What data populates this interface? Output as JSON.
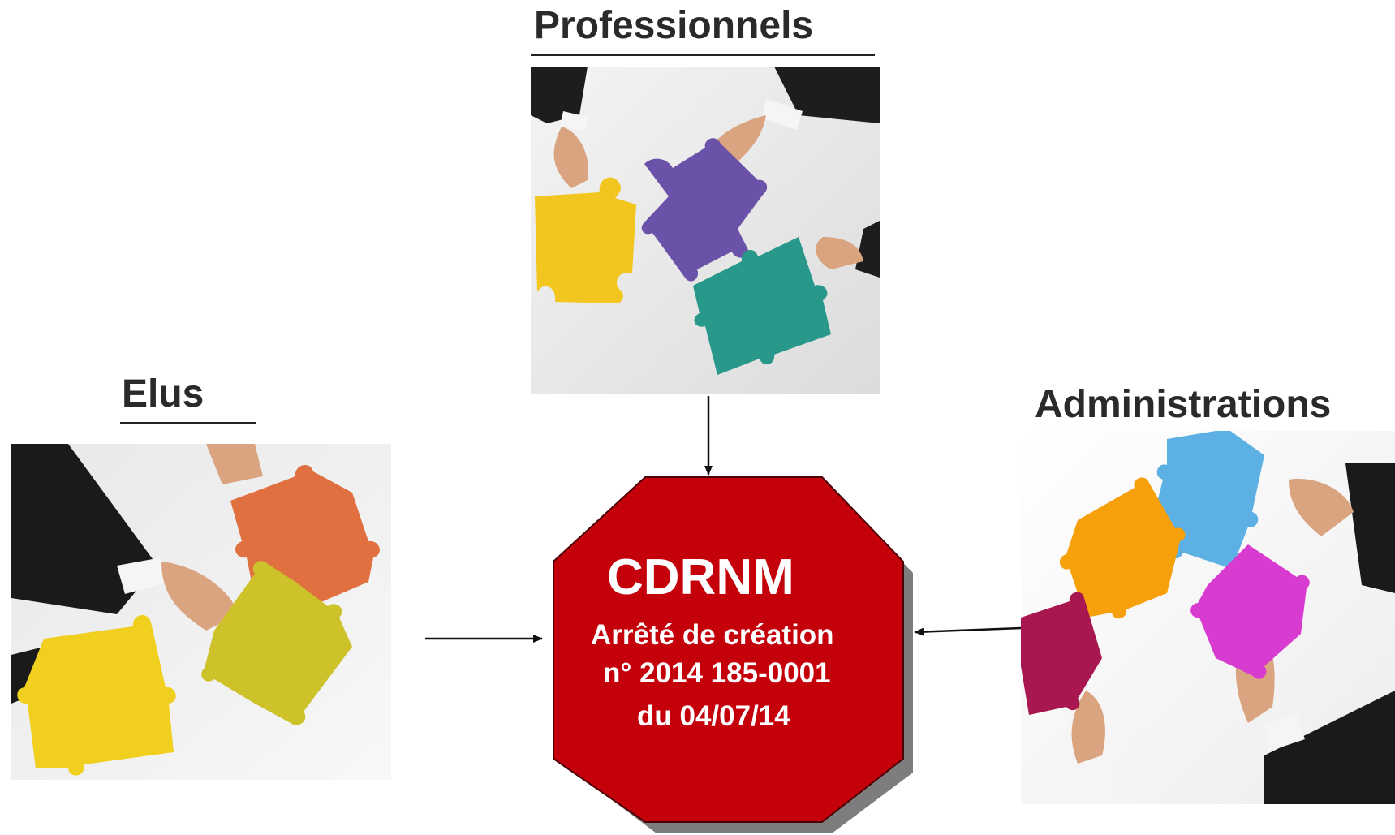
{
  "labels": {
    "professionnels": "Professionnels",
    "elus": "Elus",
    "administrations": "Administrations"
  },
  "center": {
    "title": "CDRNM",
    "line1": "Arrêté de création",
    "line2": "n° 2014 185-0001",
    "line3": "du 04/07/14"
  },
  "photos": {
    "professionnels": {
      "pieces": [
        "#f2c61f",
        "#6a52a8",
        "#27988a"
      ]
    },
    "elus": {
      "pieces": [
        "#e0703f",
        "#cdc22a",
        "#f0cf1e"
      ]
    },
    "administrations": {
      "pieces": [
        "#5db0e4",
        "#f6a00c",
        "#d83bcf",
        "#a8174f"
      ]
    }
  },
  "colors": {
    "octagon": "#c4000a",
    "octagon_shadow": "#7d7d7d",
    "arrow": "#111111",
    "label_text": "#2a2a2a"
  }
}
